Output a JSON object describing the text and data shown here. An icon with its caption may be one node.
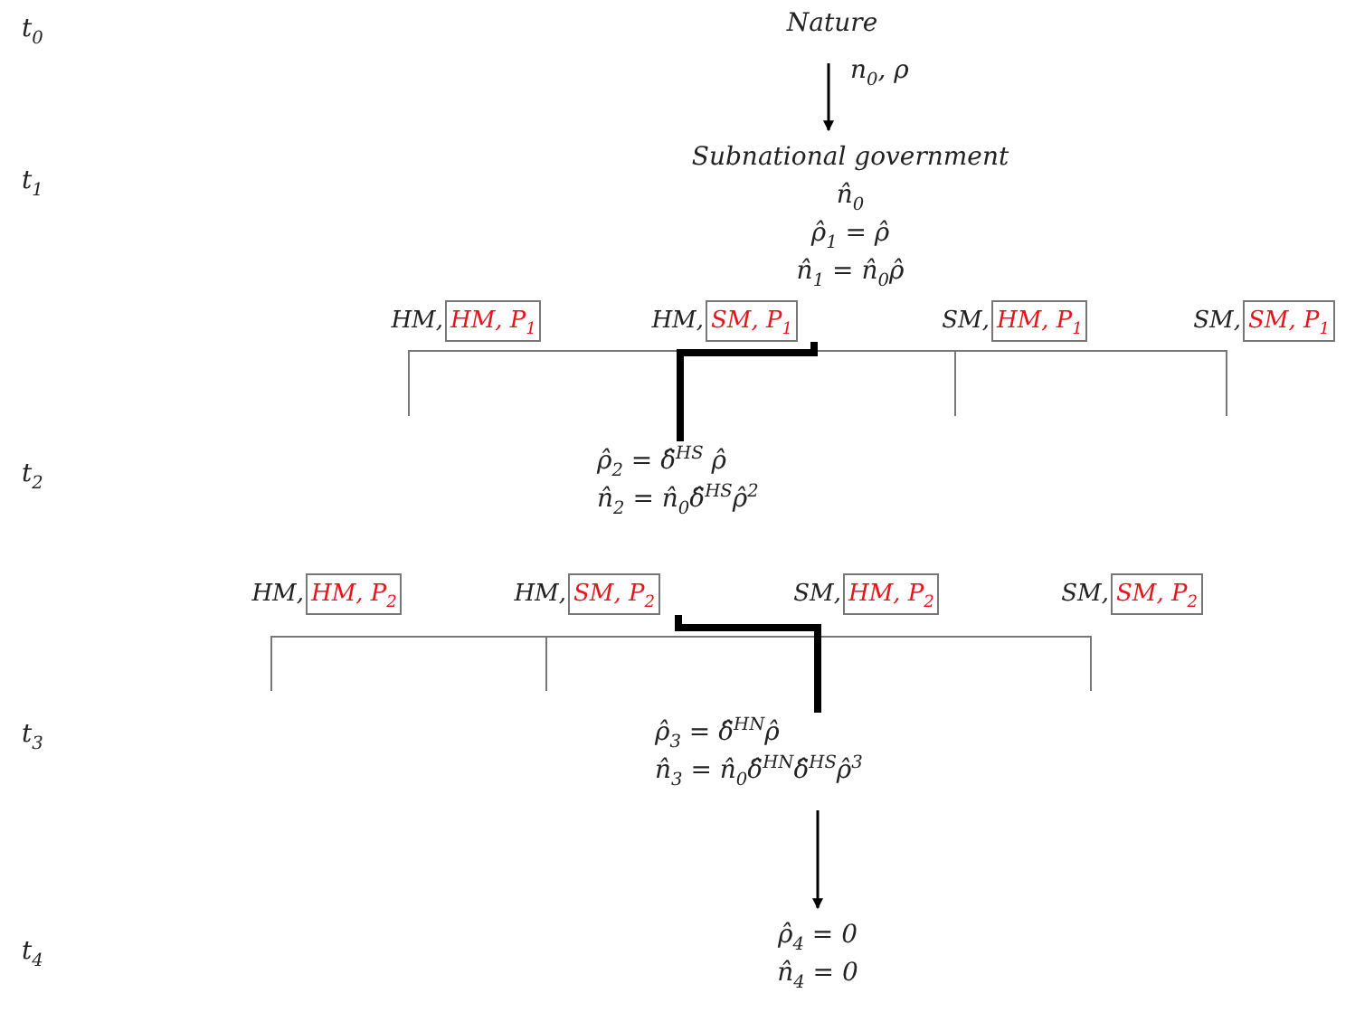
{
  "diagram": {
    "nodes": [
      {
        "text": [
          "Nature"
        ]
      },
      {
        "text": [
          "Subnational government",
          "n̂$_{0}$",
          "ρ̂$_{1}$ = ρ̂",
          "n̂$_{1}$ = n̂$_{0}$ρ̂"
        ]
      },
      {
        "text": [
          "HM, P$_{1}$"
        ],
        "beside": [
          "HM,"
        ]
      },
      {
        "text": [
          "SM, P$_{1}$"
        ],
        "beside": [
          "HM,"
        ]
      },
      {
        "text": [
          "HM, P$_{1}$"
        ],
        "beside": [
          "SM,"
        ]
      },
      {
        "text": [
          "SM, P$_{1}$"
        ],
        "beside": [
          "SM,"
        ]
      },
      {
        "text": [
          "ρ̂$_{2}$ = δ̂$^{HS}$ ρ̂",
          "n̂$_{2}$ = n̂$_{0}$δ̂$^{HS}$ρ̂$^{2}$"
        ]
      },
      {
        "text": [
          "HM, P$_{2}$"
        ],
        "beside": [
          "HM,"
        ]
      },
      {
        "text": [
          "SM, P$_{2}$"
        ],
        "beside": [
          "HM,"
        ]
      },
      {
        "text": [
          "HM, P$_{2}$"
        ],
        "beside": [
          "SM,"
        ]
      },
      {
        "text": [
          "SM, P$_{2}$"
        ],
        "beside": [
          "SM,"
        ]
      },
      {
        "text": [
          "ρ̂$_{3}$ = δ̂$^{HN}$ρ̂",
          "n̂$_{3}$ = n̂$_{0}$δ̂$^{HN}$δ̂$^{HS}$ρ̂$^{3}$"
        ]
      },
      {
        "text": [
          "ρ̂$_{4}$ = 0",
          "n̂$_{4}$ = 0"
        ]
      }
    ],
    "edges": [
      {
        "from": 0,
        "to": 1,
        "arrow": "to",
        "label": "n$_{0}$, ρ"
      },
      {
        "from": 3,
        "to": 6,
        "arrow": "none",
        "style": "thick"
      },
      {
        "from": 8,
        "to": 11,
        "arrow": "none",
        "style": "thick"
      },
      {
        "from": 11,
        "to": 12,
        "arrow": "to"
      }
    ],
    "labels": [
      "t$_{0}$",
      "t$_{1}$",
      "t$_{2}$",
      "t$_{3}$",
      "t$_{4}$"
    ]
  }
}
